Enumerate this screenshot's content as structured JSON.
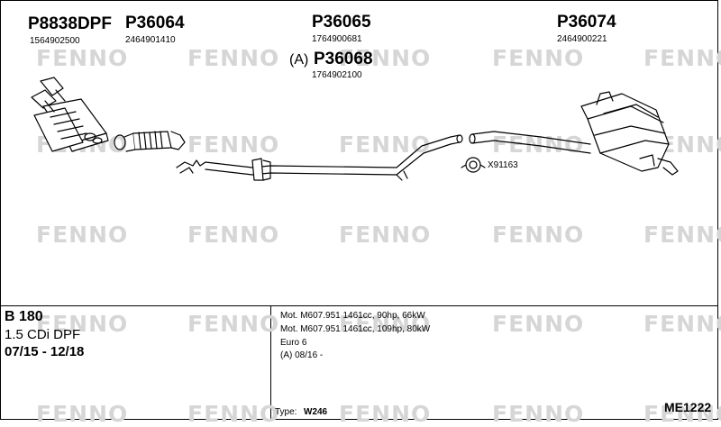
{
  "watermark": "FENNO",
  "parts": [
    {
      "part_no": "P8838DPF",
      "ref": "1564902500"
    },
    {
      "part_no": "P36064",
      "ref": "2464901410"
    },
    {
      "part_no": "P36065",
      "ref": "1764900681"
    },
    {
      "part_no": "P36068",
      "ref": "1764902100",
      "prefix": "(A)"
    },
    {
      "part_no": "P36074",
      "ref": "2464900221"
    }
  ],
  "callouts": [
    "X91163"
  ],
  "vehicle": {
    "model": "B 180",
    "engine": "1.5 CDi DPF",
    "years": "07/15 - 12/18"
  },
  "specs": [
    "Mot. M607.951 1461cc, 90hp, 66kW",
    "Mot. M607.951 1461cc, 109hp, 80kW",
    "Euro 6",
    "(A) 08/16 -"
  ],
  "type": {
    "label": "Type:",
    "value": "W246"
  },
  "diagram_code": "ME1222"
}
